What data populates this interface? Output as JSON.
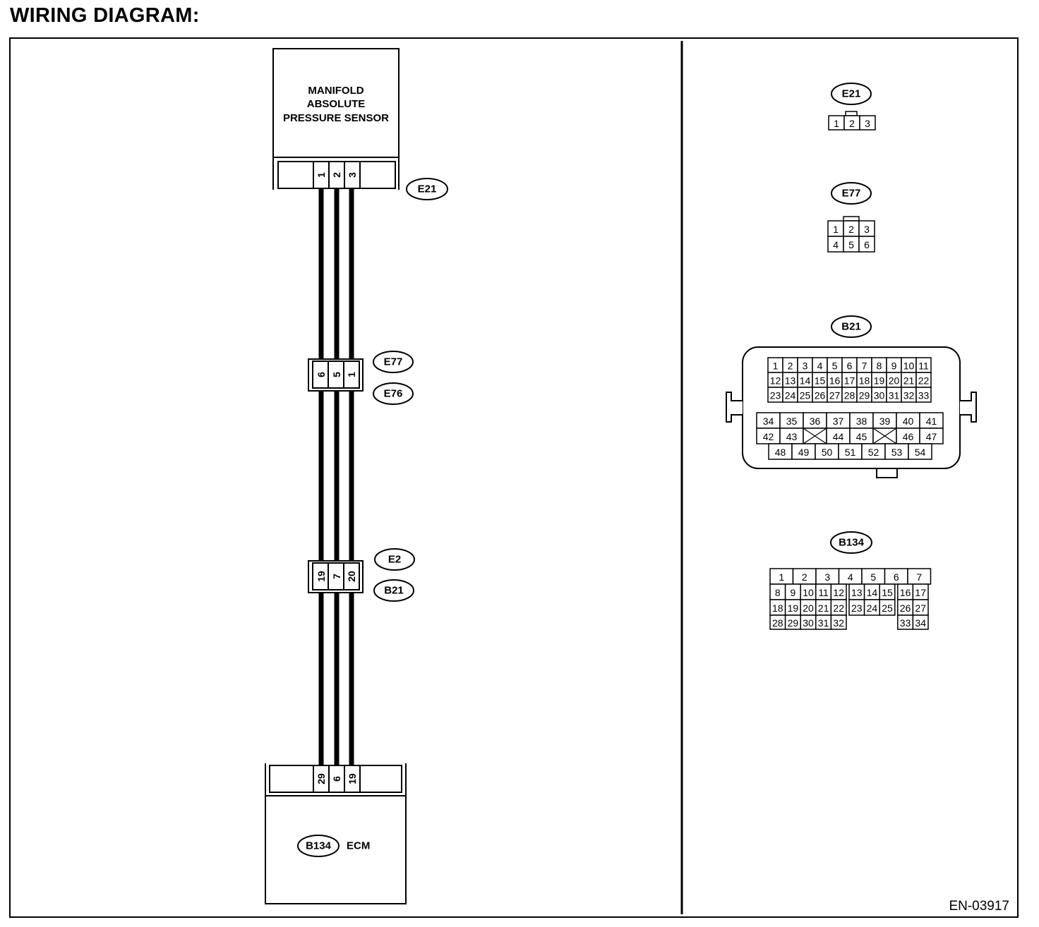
{
  "title": "WIRING DIAGRAM:",
  "figure_code": "EN-03917",
  "sensor": {
    "label_lines": [
      "MANIFOLD",
      "ABSOLUTE",
      "PRESSURE SENSOR"
    ],
    "connector": "E21",
    "pins": [
      "1",
      "2",
      "3"
    ]
  },
  "joint_1": {
    "pins": [
      "6",
      "5",
      "1"
    ],
    "connector_top": "E77",
    "connector_bottom": "E76"
  },
  "joint_2": {
    "pins": [
      "19",
      "7",
      "20"
    ],
    "connector_top": "E2",
    "connector_bottom": "B21"
  },
  "ecm": {
    "pins": [
      "29",
      "6",
      "19"
    ],
    "connector": "B134",
    "label": "ECM"
  },
  "connector_views": {
    "e21": {
      "tag": "E21",
      "rows": [
        [
          "1",
          "2",
          "3"
        ]
      ]
    },
    "e77": {
      "tag": "E77",
      "rows": [
        [
          "1",
          "2",
          "3"
        ],
        [
          "4",
          "5",
          "6"
        ]
      ]
    },
    "b21": {
      "tag": "B21",
      "upper_rows": [
        [
          "1",
          "2",
          "3",
          "4",
          "5",
          "6",
          "7",
          "8",
          "9",
          "10",
          "11"
        ],
        [
          "12",
          "13",
          "14",
          "15",
          "16",
          "17",
          "18",
          "19",
          "20",
          "21",
          "22"
        ],
        [
          "23",
          "24",
          "25",
          "26",
          "27",
          "28",
          "29",
          "30",
          "31",
          "32",
          "33"
        ]
      ],
      "lower_rows": [
        [
          "34",
          "35",
          "36",
          "37",
          "38",
          "39",
          "40",
          "41"
        ],
        [
          "42",
          "43",
          "",
          "44",
          "45",
          "",
          "46",
          "47"
        ],
        [
          "48",
          "49",
          "50",
          "51",
          "52",
          "53",
          "54"
        ]
      ]
    },
    "b134": {
      "tag": "B134",
      "rows": [
        [
          "1",
          "2",
          "3",
          "4",
          "5",
          "6",
          "7"
        ],
        [
          "8",
          "9",
          "10",
          "11",
          "12",
          "13",
          "14",
          "15",
          "16",
          "17"
        ],
        [
          "18",
          "19",
          "20",
          "21",
          "22",
          "23",
          "24",
          "25",
          "26",
          "27"
        ],
        [
          "28",
          "29",
          "30",
          "31",
          "32",
          "33",
          "34"
        ]
      ]
    }
  }
}
